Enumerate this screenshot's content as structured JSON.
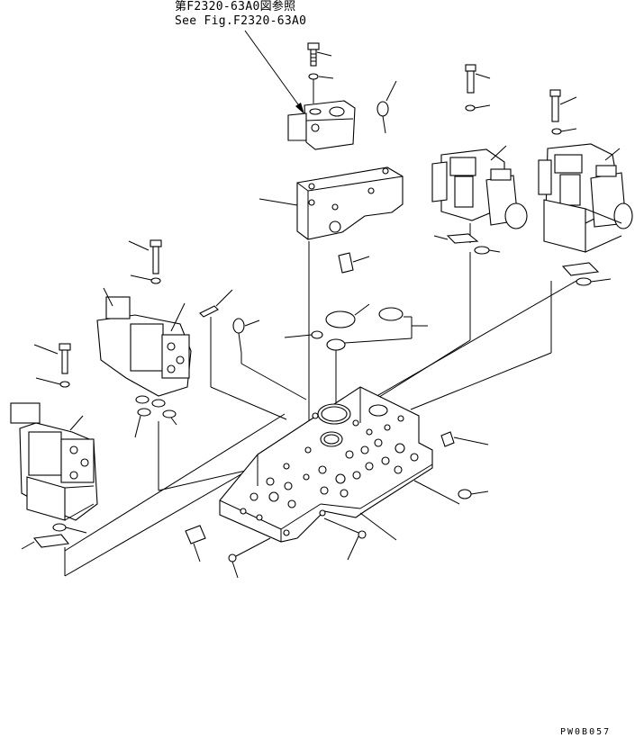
{
  "diagram": {
    "reference_note_ja": "第F2320-63A0図参照",
    "reference_note_en": "See Fig.F2320-63A0",
    "drawing_code": "PW0B057"
  }
}
